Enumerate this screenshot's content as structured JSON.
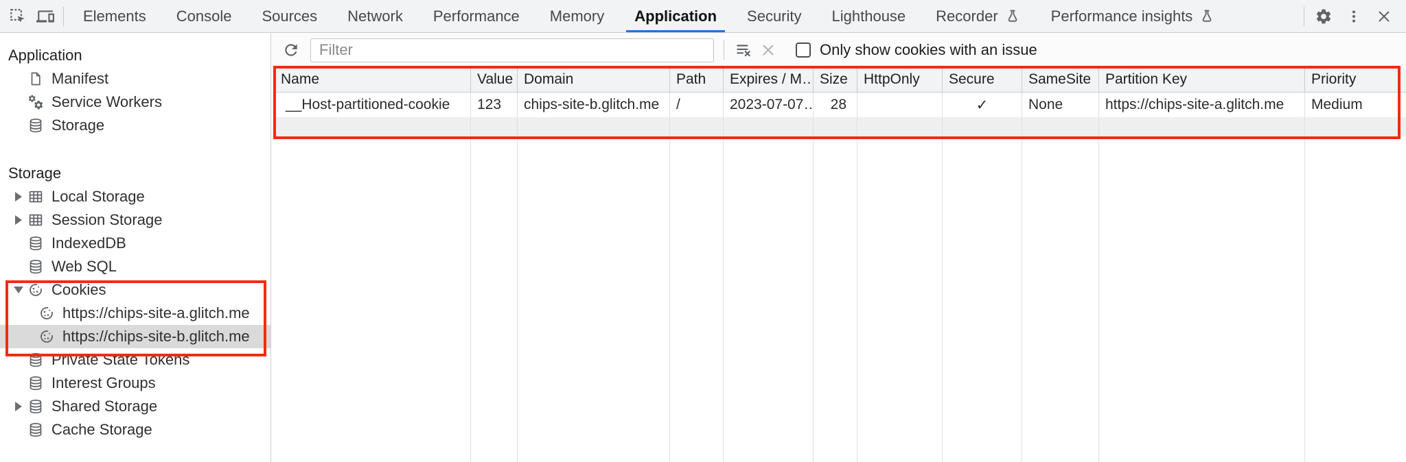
{
  "colors": {
    "accent_blue": "#1a73e8",
    "highlight_red": "#f42b0c",
    "selection_gray": "#dadada"
  },
  "topbar": {
    "tabs": [
      {
        "label": "Elements"
      },
      {
        "label": "Console"
      },
      {
        "label": "Sources"
      },
      {
        "label": "Network"
      },
      {
        "label": "Performance"
      },
      {
        "label": "Memory"
      },
      {
        "label": "Application",
        "active": true
      },
      {
        "label": "Security"
      },
      {
        "label": "Lighthouse"
      },
      {
        "label": "Recorder",
        "experimental": true
      },
      {
        "label": "Performance insights",
        "experimental": true
      }
    ]
  },
  "sidebar": {
    "sections": [
      {
        "header": "Application",
        "items": [
          {
            "label": "Manifest",
            "icon": "file-icon"
          },
          {
            "label": "Service Workers",
            "icon": "gears-icon"
          },
          {
            "label": "Storage",
            "icon": "database-icon"
          }
        ]
      },
      {
        "header": "Storage",
        "items": [
          {
            "label": "Local Storage",
            "icon": "table-icon",
            "expander": "collapsed"
          },
          {
            "label": "Session Storage",
            "icon": "table-icon",
            "expander": "collapsed"
          },
          {
            "label": "IndexedDB",
            "icon": "database-icon"
          },
          {
            "label": "Web SQL",
            "icon": "database-icon"
          },
          {
            "label": "Cookies",
            "icon": "cookie-icon",
            "expander": "expanded",
            "highlighted": true
          },
          {
            "label": "https://chips-site-a.glitch.me",
            "icon": "cookie-icon",
            "child": true
          },
          {
            "label": "https://chips-site-b.glitch.me",
            "icon": "cookie-icon",
            "child": true,
            "selected": true
          },
          {
            "label": "Private State Tokens",
            "icon": "database-icon"
          },
          {
            "label": "Interest Groups",
            "icon": "database-icon"
          },
          {
            "label": "Shared Storage",
            "icon": "database-icon",
            "expander": "collapsed"
          },
          {
            "label": "Cache Storage",
            "icon": "database-icon"
          }
        ]
      }
    ]
  },
  "toolbar": {
    "filter_placeholder": "Filter",
    "only_issue_label": "Only show cookies with an issue",
    "checkbox_checked": false
  },
  "cookie_table": {
    "columns": [
      "Name",
      "Value",
      "Domain",
      "Path",
      "Expires / M…",
      "Size",
      "HttpOnly",
      "Secure",
      "SameSite",
      "Partition Key",
      "Priority"
    ],
    "rows": [
      {
        "name": "__Host-partitioned-cookie",
        "value": "123",
        "domain": "chips-site-b.glitch.me",
        "path": "/",
        "expires": "2023-07-07…",
        "size": "28",
        "http_only": "",
        "secure": "✓",
        "same_site": "None",
        "partition_key": "https://chips-site-a.glitch.me",
        "priority": "Medium"
      }
    ]
  }
}
